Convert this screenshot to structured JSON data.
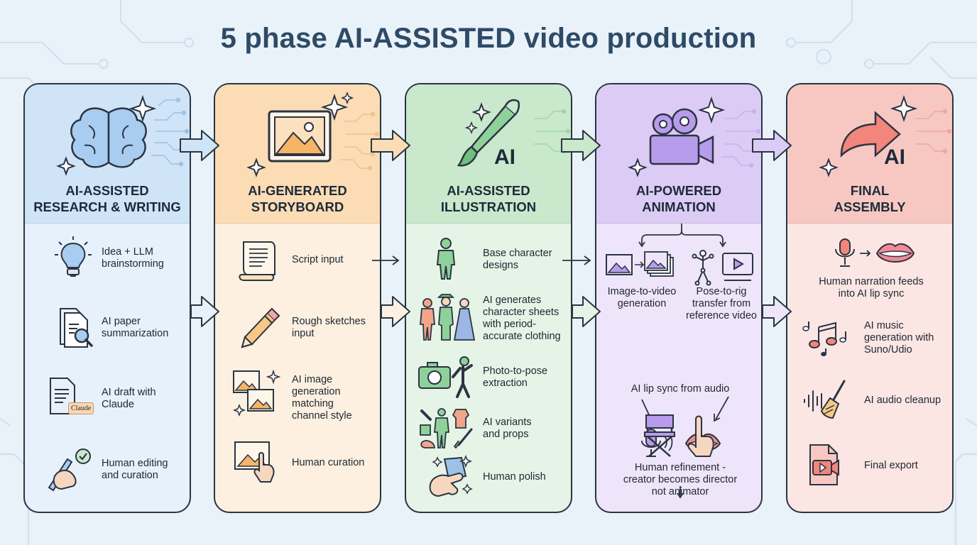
{
  "title": "5 phase AI-ASSISTED video production",
  "colors": {
    "blue": "#cfe4f7",
    "orange": "#fbdcb4",
    "green": "#c9e8cc",
    "purple": "#dccbf4",
    "red": "#f7c8c2"
  },
  "phases": [
    {
      "title_lines": [
        "AI-ASSISTED",
        "RESEARCH & WRITING"
      ],
      "header_icon": "brain-icon",
      "items": [
        {
          "icon": "lightbulb-icon",
          "lines": [
            "Idea + LLM",
            "brainstorming"
          ]
        },
        {
          "icon": "document-magnifier-icon",
          "lines": [
            "AI paper",
            "summarization"
          ]
        },
        {
          "icon": "document-claude-icon",
          "lines": [
            "AI draft with",
            "Claude"
          ],
          "badge": "Claude"
        },
        {
          "icon": "hand-pen-check-icon",
          "lines": [
            "Human editing",
            "and curation"
          ]
        }
      ]
    },
    {
      "title_lines": [
        "AI-GENERATED",
        "STORYBOARD"
      ],
      "header_icon": "picture-frame-icon",
      "items": [
        {
          "icon": "scroll-icon",
          "lines": [
            "Script input"
          ]
        },
        {
          "icon": "pencil-icon",
          "lines": [
            "Rough sketches",
            "input"
          ]
        },
        {
          "icon": "images-sparkle-icon",
          "lines": [
            "AI image",
            "generation",
            "matching",
            "channel style"
          ]
        },
        {
          "icon": "image-hand-icon",
          "lines": [
            "Human curation"
          ]
        }
      ]
    },
    {
      "title_lines": [
        "AI-ASSISTED",
        "ILLUSTRATION"
      ],
      "header_icon": "paintbrush-icon",
      "header_ai": "AI",
      "items": [
        {
          "icon": "person-figure-icon",
          "lines": [
            "Base character",
            "designs"
          ]
        },
        {
          "icon": "period-characters-icon",
          "lines": [
            "AI generates",
            "character sheets",
            "with period-",
            "accurate clothing"
          ]
        },
        {
          "icon": "camera-pose-icon",
          "lines": [
            "Photo-to-pose",
            "extraction"
          ]
        },
        {
          "icon": "props-variants-icon",
          "lines": [
            "AI variants",
            "and props"
          ]
        },
        {
          "icon": "hand-cloth-icon",
          "lines": [
            "Human polish"
          ]
        }
      ]
    },
    {
      "title_lines": [
        "AI-POWERED",
        "ANIMATION"
      ],
      "header_icon": "movie-camera-icon",
      "image_to_video": [
        "Image-to-video",
        "generation"
      ],
      "pose_to_rig": [
        "Pose-to-rig",
        "transfer from",
        "reference video"
      ],
      "lip_sync": "AI lip sync from audio",
      "refinement": [
        "Human refinement -",
        "creator becomes director",
        "not animator"
      ]
    },
    {
      "title_lines": [
        "FINAL",
        "ASSEMBLY"
      ],
      "header_icon": "share-arrow-icon",
      "header_ai": "AI",
      "narration": [
        "Human narration feeds",
        "into AI lip sync"
      ],
      "items": [
        {
          "icon": "music-notes-icon",
          "lines": [
            "AI music",
            "generation with",
            "Suno/Udio"
          ]
        },
        {
          "icon": "waveform-broom-icon",
          "lines": [
            "AI audio cleanup"
          ]
        },
        {
          "icon": "video-file-icon",
          "lines": [
            "Final export"
          ]
        }
      ]
    }
  ]
}
